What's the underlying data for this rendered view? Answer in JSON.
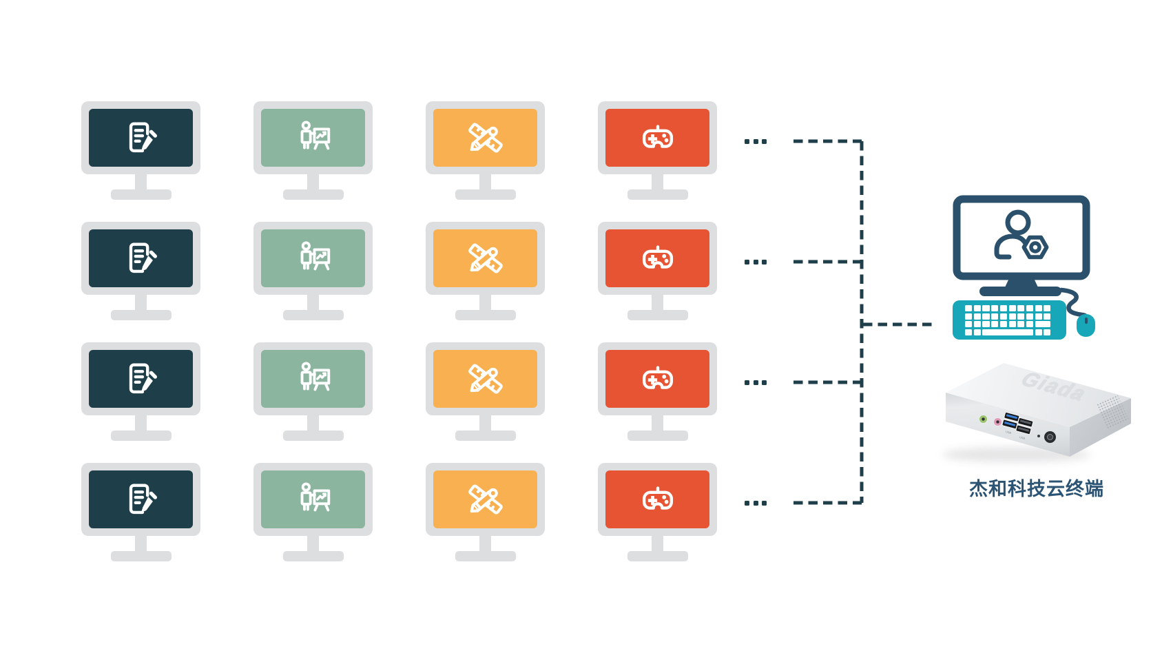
{
  "diagram": {
    "workstation_grid": {
      "rows": 4,
      "row_ellipsis": "...",
      "columns": [
        {
          "name": "office-document",
          "screen_color": "#1E3E4A",
          "icon": "document-pencil-icon"
        },
        {
          "name": "presentation",
          "screen_color": "#8CB5A0",
          "icon": "presentation-chart-icon"
        },
        {
          "name": "design-drafting",
          "screen_color": "#F8B050",
          "icon": "ruler-pencil-icon"
        },
        {
          "name": "gaming",
          "screen_color": "#E75433",
          "icon": "gamepad-icon"
        }
      ]
    },
    "terminal": {
      "label": "杰和科技云终端",
      "device_logo": "Giada",
      "port_labels": [
        "USB",
        "USB"
      ],
      "monitor_icon": "user-gear-icon"
    }
  },
  "colors": {
    "navy": "#1E3E4A",
    "green": "#8CB5A0",
    "orange": "#F8B050",
    "red": "#E75433",
    "bezel": "#DDDEE0",
    "frame-navy": "#2A506B",
    "teal": "#17A7B9",
    "label-navy": "#2B5373",
    "bg": "#FFFFFF"
  }
}
